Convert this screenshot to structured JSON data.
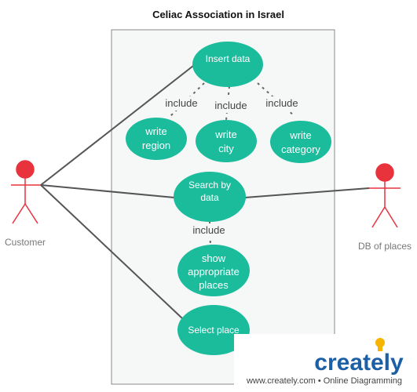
{
  "diagram": {
    "title": "Celiac Association in Israel",
    "use_cases": {
      "insert_data": [
        "Insert data"
      ],
      "write_region": [
        "write",
        "region"
      ],
      "write_city": [
        "write",
        "city"
      ],
      "write_category": [
        "write",
        "category"
      ],
      "search_by_data": [
        "Search by",
        "data"
      ],
      "show_places": [
        "show",
        "appropriate",
        "places"
      ],
      "select_place": [
        "Select place"
      ]
    },
    "include_labels": {
      "region": "include",
      "city": "include",
      "category": "include",
      "show": "include"
    },
    "actors": {
      "customer": "Customer",
      "db_of_places": "DB of places"
    },
    "colors": {
      "use_case_fill": "#1abc9c",
      "actor_red": "#e8323c",
      "line": "#555555",
      "brand_blue": "#1b5fa6",
      "brand_bulb": "#f4b400"
    }
  },
  "watermark": {
    "logo": "creately",
    "url": "www.creately.com • Online Diagramming"
  }
}
